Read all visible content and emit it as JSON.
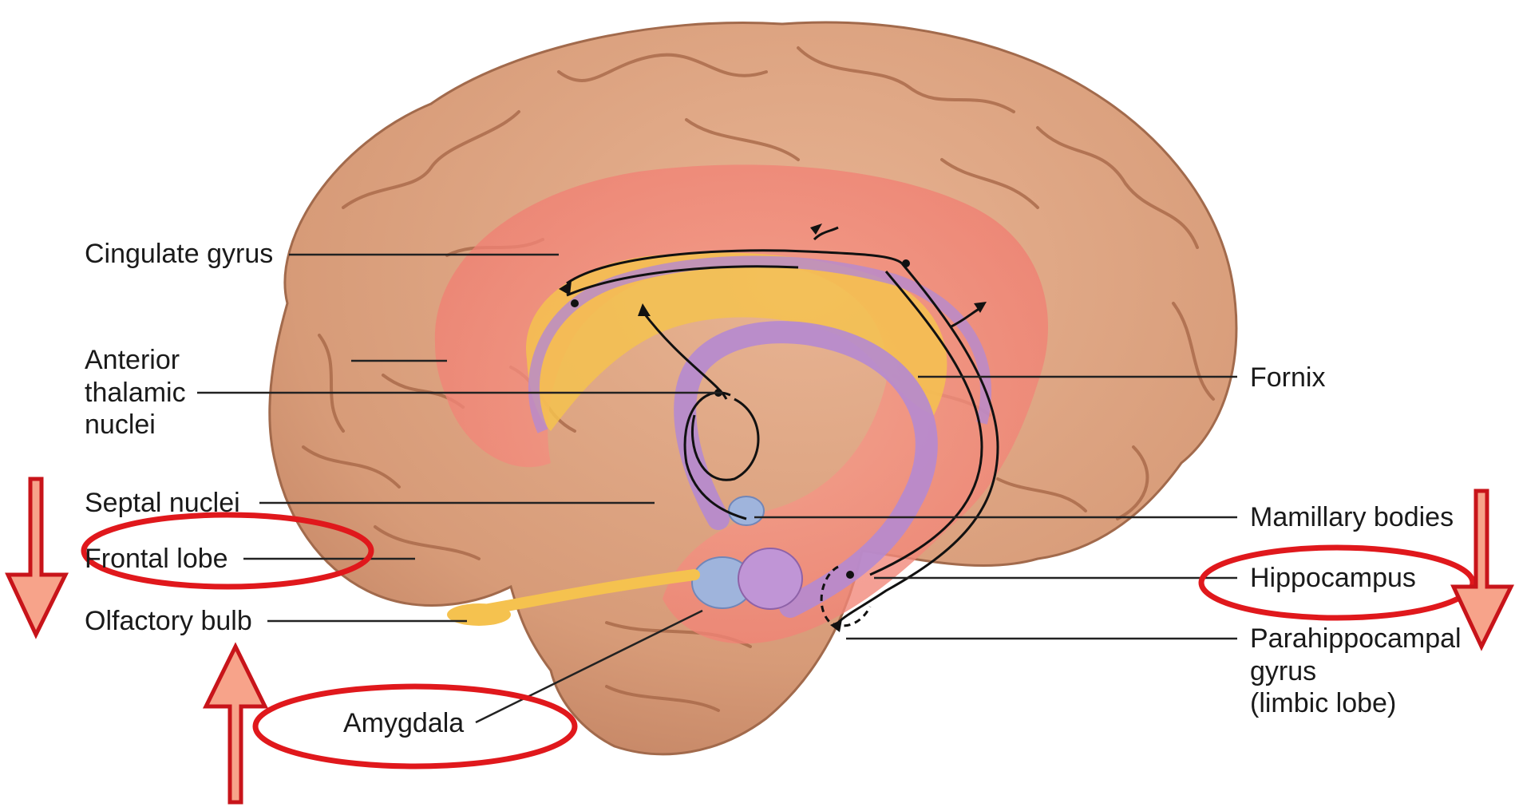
{
  "labels": {
    "cingulate_gyrus": "Cingulate gyrus",
    "anterior_thalamic_nuclei": [
      "Anterior",
      "thalamic",
      "nuclei"
    ],
    "septal_nuclei": "Septal nuclei",
    "frontal_lobe": "Frontal lobe",
    "olfactory_bulb": "Olfactory bulb",
    "amygdala": "Amygdala",
    "fornix": "Fornix",
    "mamillary_bodies": "Mamillary bodies",
    "hippocampus": "Hippocampus",
    "parahippocampal_gyrus": [
      "Parahippocampal",
      "gyrus",
      "(limbic lobe)"
    ]
  },
  "colors": {
    "brain": "#d9a07d",
    "brain_shadow": "#b97a58",
    "gyri_lines": "#a86848",
    "limbic_pink": "#f08a7c",
    "corpus_yellow": "#f5c24f",
    "fornix_purple": "#b58ad0",
    "amygdala_blue": "#9fb4dc",
    "highlight_red": "#e0181c",
    "arrow_fill": "#f7a38a",
    "arrow_stroke": "#c8141a"
  },
  "icons": [
    "down-arrow-icon",
    "up-arrow-icon"
  ]
}
